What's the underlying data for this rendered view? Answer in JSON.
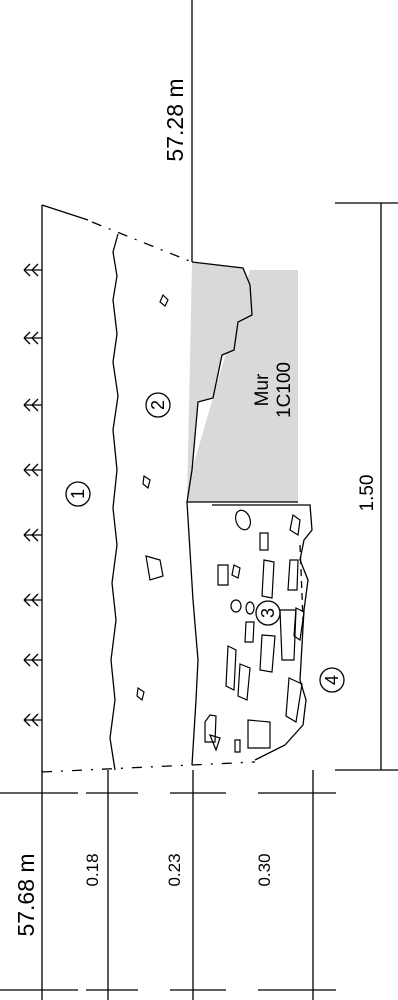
{
  "elevation_top": "57.28  m",
  "elevation_bottom": "57.68  m",
  "wall_label_line1": "Mur",
  "wall_label_line2": "1C100",
  "dimension_label": "1.50",
  "depths": [
    "0.18",
    "0.23",
    "0.30"
  ],
  "layers": [
    "1",
    "2",
    "3",
    "4"
  ],
  "colors": {
    "line": "#000000",
    "wall_fill": "#d9d9d9"
  }
}
